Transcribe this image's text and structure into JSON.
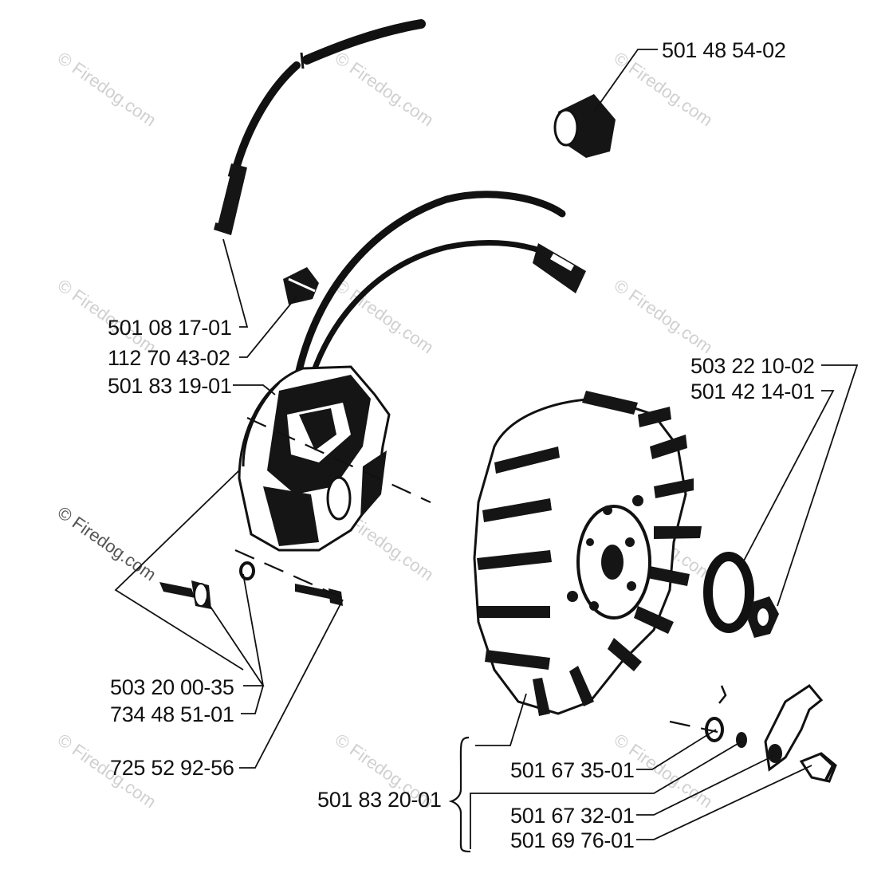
{
  "watermark": "© Firedog.com",
  "parts": {
    "p_501_48_54_02": "501 48 54-02",
    "p_501_08_17_01": "501 08 17-01",
    "p_112_70_43_02": "112 70 43-02",
    "p_501_83_19_01": "501 83 19-01",
    "p_503_22_10_02": "503 22 10-02",
    "p_501_42_14_01": "501 42 14-01",
    "p_503_20_00_35": "503 20 00-35",
    "p_734_48_51_01": "734 48 51-01",
    "p_725_52_92_56": "725 52 92-56",
    "p_501_67_35_01": "501 67 35-01",
    "p_501_83_20_01": "501 83 20-01",
    "p_501_67_32_01": "501 67 32-01",
    "p_501_69_76_01": "501 69 76-01"
  }
}
